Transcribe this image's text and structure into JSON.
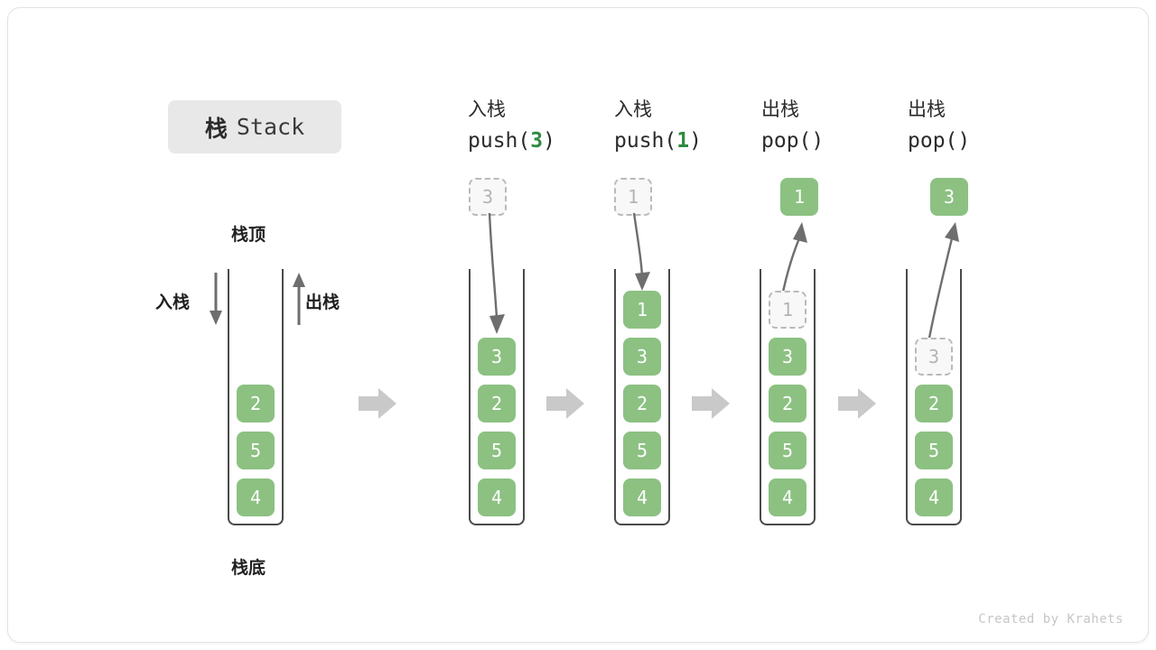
{
  "title": {
    "cn": "栈",
    "en": "Stack"
  },
  "labels": {
    "top": "栈顶",
    "bottom": "栈底",
    "push": "入栈",
    "pop": "出栈"
  },
  "credit": "Created by Krahets",
  "colors": {
    "cell_fill": "#8cc182",
    "cell_text": "#ffffff",
    "ghost_border": "#b9b9b9",
    "ghost_text": "#b4b4b4",
    "tube_stroke": "#4a4a4a",
    "arrow_gray": "#6e6e6e",
    "separator": "#c9c9c9",
    "accent_green": "#2e8b40",
    "badge_bg": "#e8e8e8"
  },
  "stages": [
    {
      "id": "initial",
      "header_cn": "",
      "header_code": "",
      "op": "initial",
      "external_cell": null,
      "cells": [
        {
          "value": "2",
          "state": "solid"
        },
        {
          "value": "5",
          "state": "solid"
        },
        {
          "value": "4",
          "state": "solid"
        }
      ]
    },
    {
      "id": "push-3",
      "header_cn": "入栈",
      "header_code": "push(3)",
      "header_code_pre": "push(",
      "header_code_arg": "3",
      "header_code_post": ")",
      "op": "push",
      "external_cell": {
        "value": "3",
        "state": "ghost"
      },
      "cells": [
        {
          "value": "3",
          "state": "solid"
        },
        {
          "value": "2",
          "state": "solid"
        },
        {
          "value": "5",
          "state": "solid"
        },
        {
          "value": "4",
          "state": "solid"
        }
      ]
    },
    {
      "id": "push-1",
      "header_cn": "入栈",
      "header_code": "push(1)",
      "header_code_pre": "push(",
      "header_code_arg": "1",
      "header_code_post": ")",
      "op": "push",
      "external_cell": {
        "value": "1",
        "state": "ghost"
      },
      "cells": [
        {
          "value": "1",
          "state": "solid"
        },
        {
          "value": "3",
          "state": "solid"
        },
        {
          "value": "2",
          "state": "solid"
        },
        {
          "value": "5",
          "state": "solid"
        },
        {
          "value": "4",
          "state": "solid"
        }
      ]
    },
    {
      "id": "pop-1",
      "header_cn": "出栈",
      "header_code": "pop()",
      "header_code_pre": "pop(",
      "header_code_arg": "",
      "header_code_post": ")",
      "op": "pop",
      "external_cell": {
        "value": "1",
        "state": "solid"
      },
      "cells": [
        {
          "value": "1",
          "state": "ghost"
        },
        {
          "value": "3",
          "state": "solid"
        },
        {
          "value": "2",
          "state": "solid"
        },
        {
          "value": "5",
          "state": "solid"
        },
        {
          "value": "4",
          "state": "solid"
        }
      ]
    },
    {
      "id": "pop-3",
      "header_cn": "出栈",
      "header_code": "pop()",
      "header_code_pre": "pop(",
      "header_code_arg": "",
      "header_code_post": ")",
      "op": "pop",
      "external_cell": {
        "value": "3",
        "state": "solid"
      },
      "cells": [
        {
          "value": "3",
          "state": "ghost"
        },
        {
          "value": "2",
          "state": "solid"
        },
        {
          "value": "5",
          "state": "solid"
        },
        {
          "value": "4",
          "state": "solid"
        }
      ]
    }
  ]
}
